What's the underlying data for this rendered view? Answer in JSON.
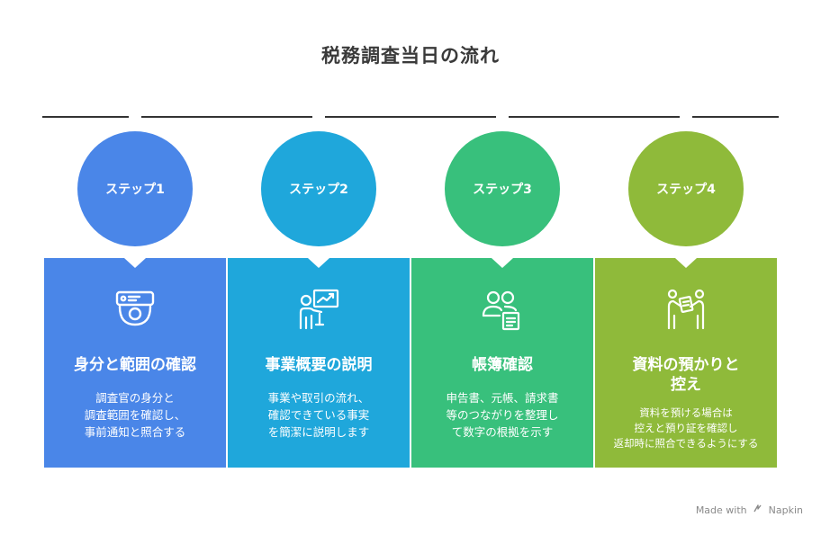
{
  "title": "税務調査当日の流れ",
  "steps": [
    {
      "label": "ステップ1",
      "heading": "身分と範囲の確認",
      "description": "調査官の身分と\n調査範囲を確認し、\n事前通知と照合する",
      "icon": "id-card-icon",
      "color": "#4a86e8"
    },
    {
      "label": "ステップ2",
      "heading": "事業概要の説明",
      "description": "事業や取引の流れ、\n確認できている事実\nを簡潔に説明します",
      "icon": "presentation-icon",
      "color": "#1fa7db"
    },
    {
      "label": "ステップ3",
      "heading": "帳簿確認",
      "description": "申告書、元帳、請求書\n等のつながりを整理し\nて数字の根拠を示す",
      "icon": "people-document-icon",
      "color": "#38c07c"
    },
    {
      "label": "ステップ4",
      "heading": "資料の預かりと\n控え",
      "description": "資料を預ける場合は\n控えと預り証を確認し\n返却時に照合できるようにする",
      "icon": "handover-icon",
      "color": "#8fba3a"
    }
  ],
  "footer": {
    "made_with": "Made with",
    "brand": "Napkin"
  }
}
